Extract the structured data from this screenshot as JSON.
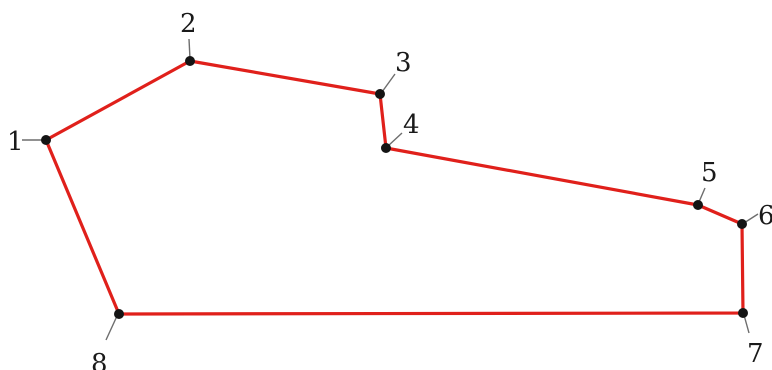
{
  "polygon": {
    "stroke_color": "#e0201b",
    "marker_color": "#141414",
    "vertices": [
      {
        "label": "1"
      },
      {
        "label": "2"
      },
      {
        "label": "3"
      },
      {
        "label": "4"
      },
      {
        "label": "5"
      },
      {
        "label": "6"
      },
      {
        "label": "7"
      },
      {
        "label": "8"
      }
    ]
  }
}
